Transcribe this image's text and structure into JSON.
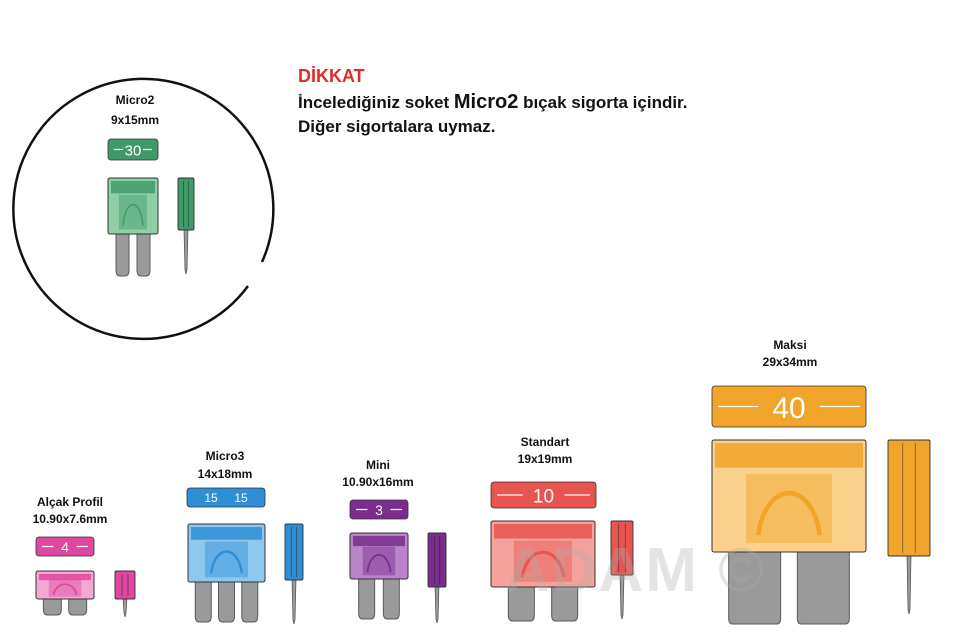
{
  "warning": {
    "title": "DİKKAT",
    "line1_pre": "İncelediğiniz soket ",
    "line1_em": "Micro2",
    "line1_post": " bıçak sigorta içindir.",
    "line2": "Diğer sigortalara uymaz."
  },
  "fuses": [
    {
      "id": "micro2",
      "name": "Micro2",
      "size": "9x15mm",
      "rating": "30",
      "color": "#3f9a6a",
      "light": "#8fcfa8"
    },
    {
      "id": "alcak",
      "name": "Alçak Profil",
      "size": "10.90x7.6mm",
      "rating": "4",
      "color": "#e0479e",
      "light": "#f3a8d2"
    },
    {
      "id": "micro3",
      "name": "Micro3",
      "size": "14x18mm",
      "rating": "15",
      "rating2": "15",
      "color": "#2f8fd6",
      "light": "#8fc8ef"
    },
    {
      "id": "mini",
      "name": "Mini",
      "size": "10.90x16mm",
      "rating": "3",
      "color": "#7b2d8e",
      "light": "#b985c8"
    },
    {
      "id": "standart",
      "name": "Standart",
      "size": "19x19mm",
      "rating": "10",
      "color": "#e85550",
      "light": "#f6a29c"
    },
    {
      "id": "maksi",
      "name": "Maksi",
      "size": "29x34mm",
      "rating": "40",
      "color": "#f0a52a",
      "light": "#fbd28b"
    }
  ],
  "watermark": "ADAM ©"
}
